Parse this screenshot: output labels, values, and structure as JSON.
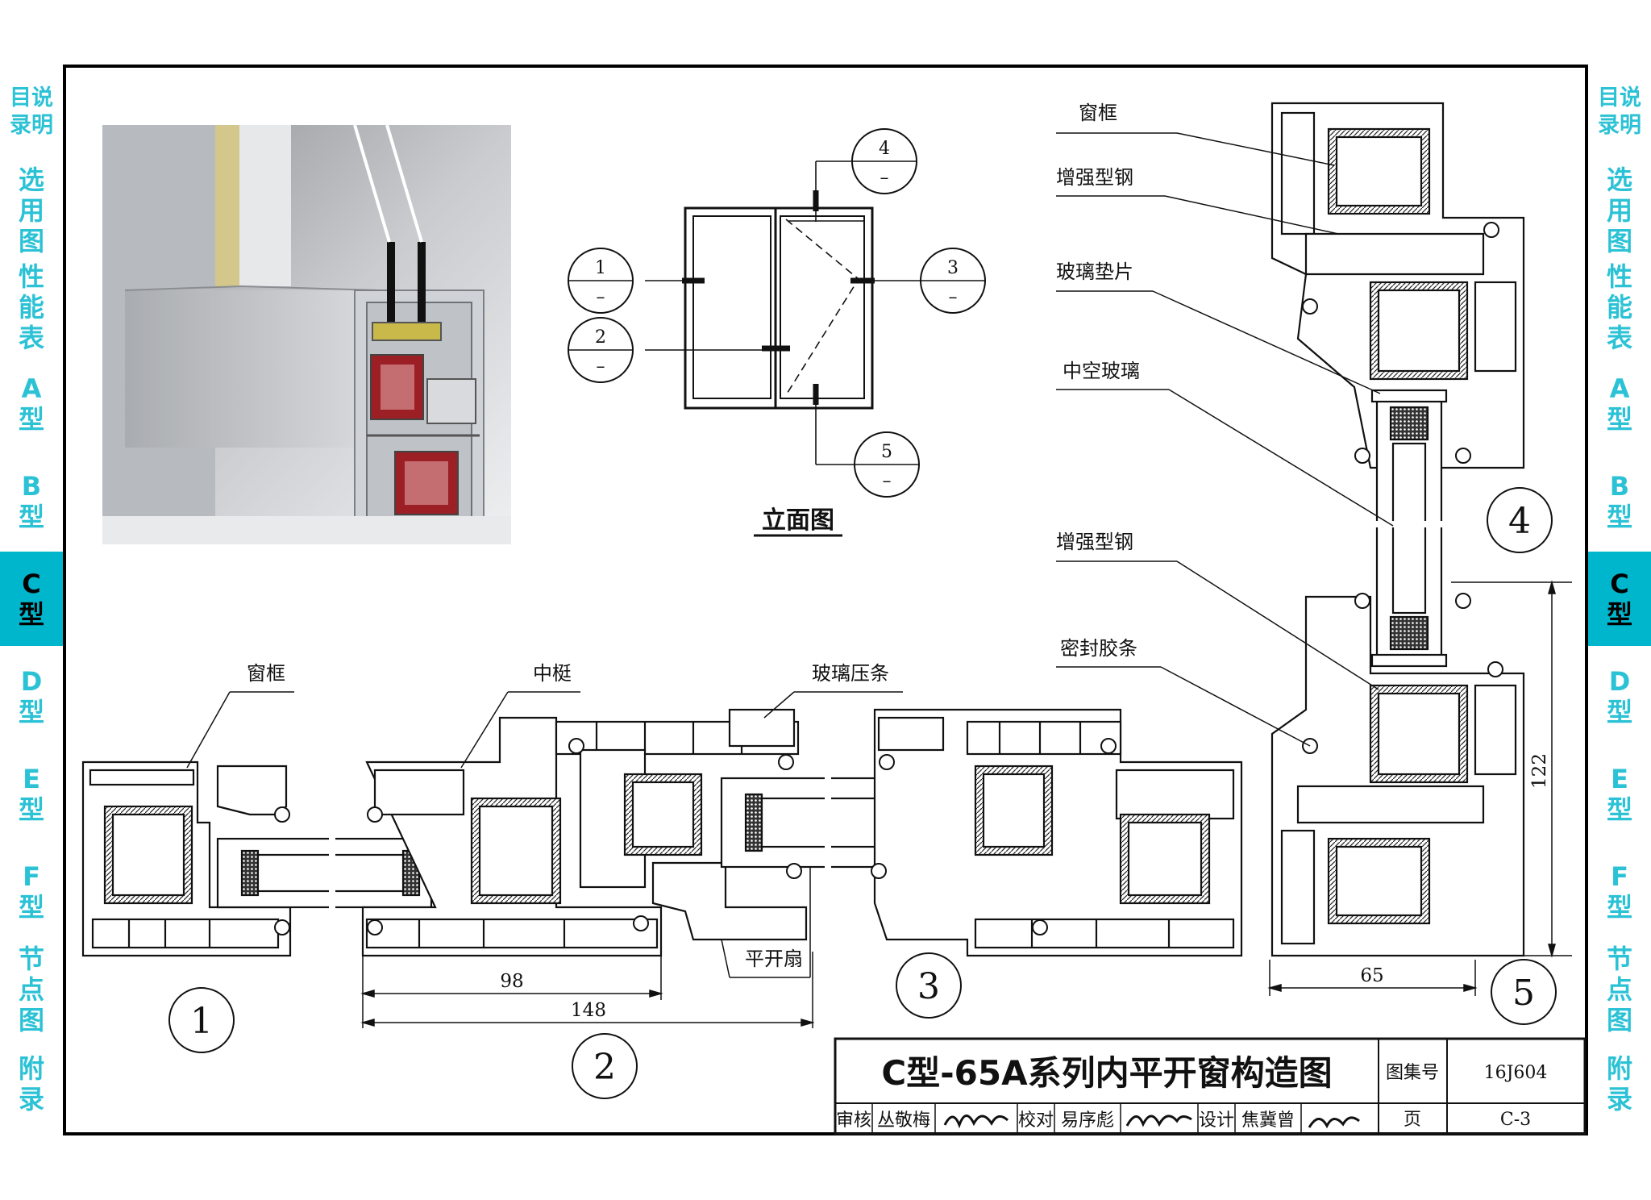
{
  "side_tabs_left": [
    {
      "label": "目说\n录明",
      "active": false
    },
    {
      "label": "选\n用\n图",
      "active": false
    },
    {
      "label": "性\n能\n表",
      "active": false
    },
    {
      "label": "A\n型",
      "active": false
    },
    {
      "label": "B\n型",
      "active": false
    },
    {
      "label": "C\n型",
      "active": true
    },
    {
      "label": "D\n型",
      "active": false
    },
    {
      "label": "E\n型",
      "active": false
    },
    {
      "label": "F\n型",
      "active": false
    },
    {
      "label": "节\n点\n图",
      "active": false
    },
    {
      "label": "附\n录",
      "active": false
    }
  ],
  "side_tabs_right": [
    {
      "label": "目说\n录明",
      "active": false
    },
    {
      "label": "选\n用\n图",
      "active": false
    },
    {
      "label": "性\n能\n表",
      "active": false
    },
    {
      "label": "A\n型",
      "active": false
    },
    {
      "label": "B\n型",
      "active": false
    },
    {
      "label": "C\n型",
      "active": true
    },
    {
      "label": "D\n型",
      "active": false
    },
    {
      "label": "E\n型",
      "active": false
    },
    {
      "label": "F\n型",
      "active": false
    },
    {
      "label": "节\n点\n图",
      "active": false
    },
    {
      "label": "附\n录",
      "active": false
    }
  ],
  "elevation": {
    "title": "立面图",
    "callouts": [
      {
        "num": "1",
        "sub": "–"
      },
      {
        "num": "2",
        "sub": "–"
      },
      {
        "num": "3",
        "sub": "–"
      },
      {
        "num": "4",
        "sub": "–"
      },
      {
        "num": "5",
        "sub": "–"
      }
    ]
  },
  "horizontal_section": {
    "labels": {
      "frame": "窗框",
      "mullion": "中梃",
      "glazing_bead": "玻璃压条",
      "sash": "平开扇"
    },
    "dimensions": {
      "d1": "98",
      "d2": "148"
    },
    "markers": [
      "1",
      "2",
      "3"
    ]
  },
  "vertical_section": {
    "labels": {
      "frame": "窗框",
      "steel1": "增强型钢",
      "spacer": "玻璃垫片",
      "glass": "中空玻璃",
      "steel2": "增强型钢",
      "seal": "密封胶条"
    },
    "dimensions": {
      "width": "65",
      "height": "122"
    },
    "markers": [
      "4",
      "5"
    ]
  },
  "title_block": {
    "title": "C型-65A系列内平开窗构造图",
    "atlas_label": "图集号",
    "atlas_no": "16J604",
    "page_label": "页",
    "page_no": "C-3",
    "review_label": "审核",
    "reviewer": "丛敬梅",
    "check_label": "校对",
    "checker": "易序彪",
    "design_label": "设计",
    "designer": "焦冀曾"
  },
  "colors": {
    "accent": "#00b6cc",
    "tab_text": "#2cc2d6",
    "line": "#111111",
    "photo_frame": "#bfc2c6",
    "photo_steel": "#9b1f24",
    "photo_spacer": "#c8b94a"
  }
}
